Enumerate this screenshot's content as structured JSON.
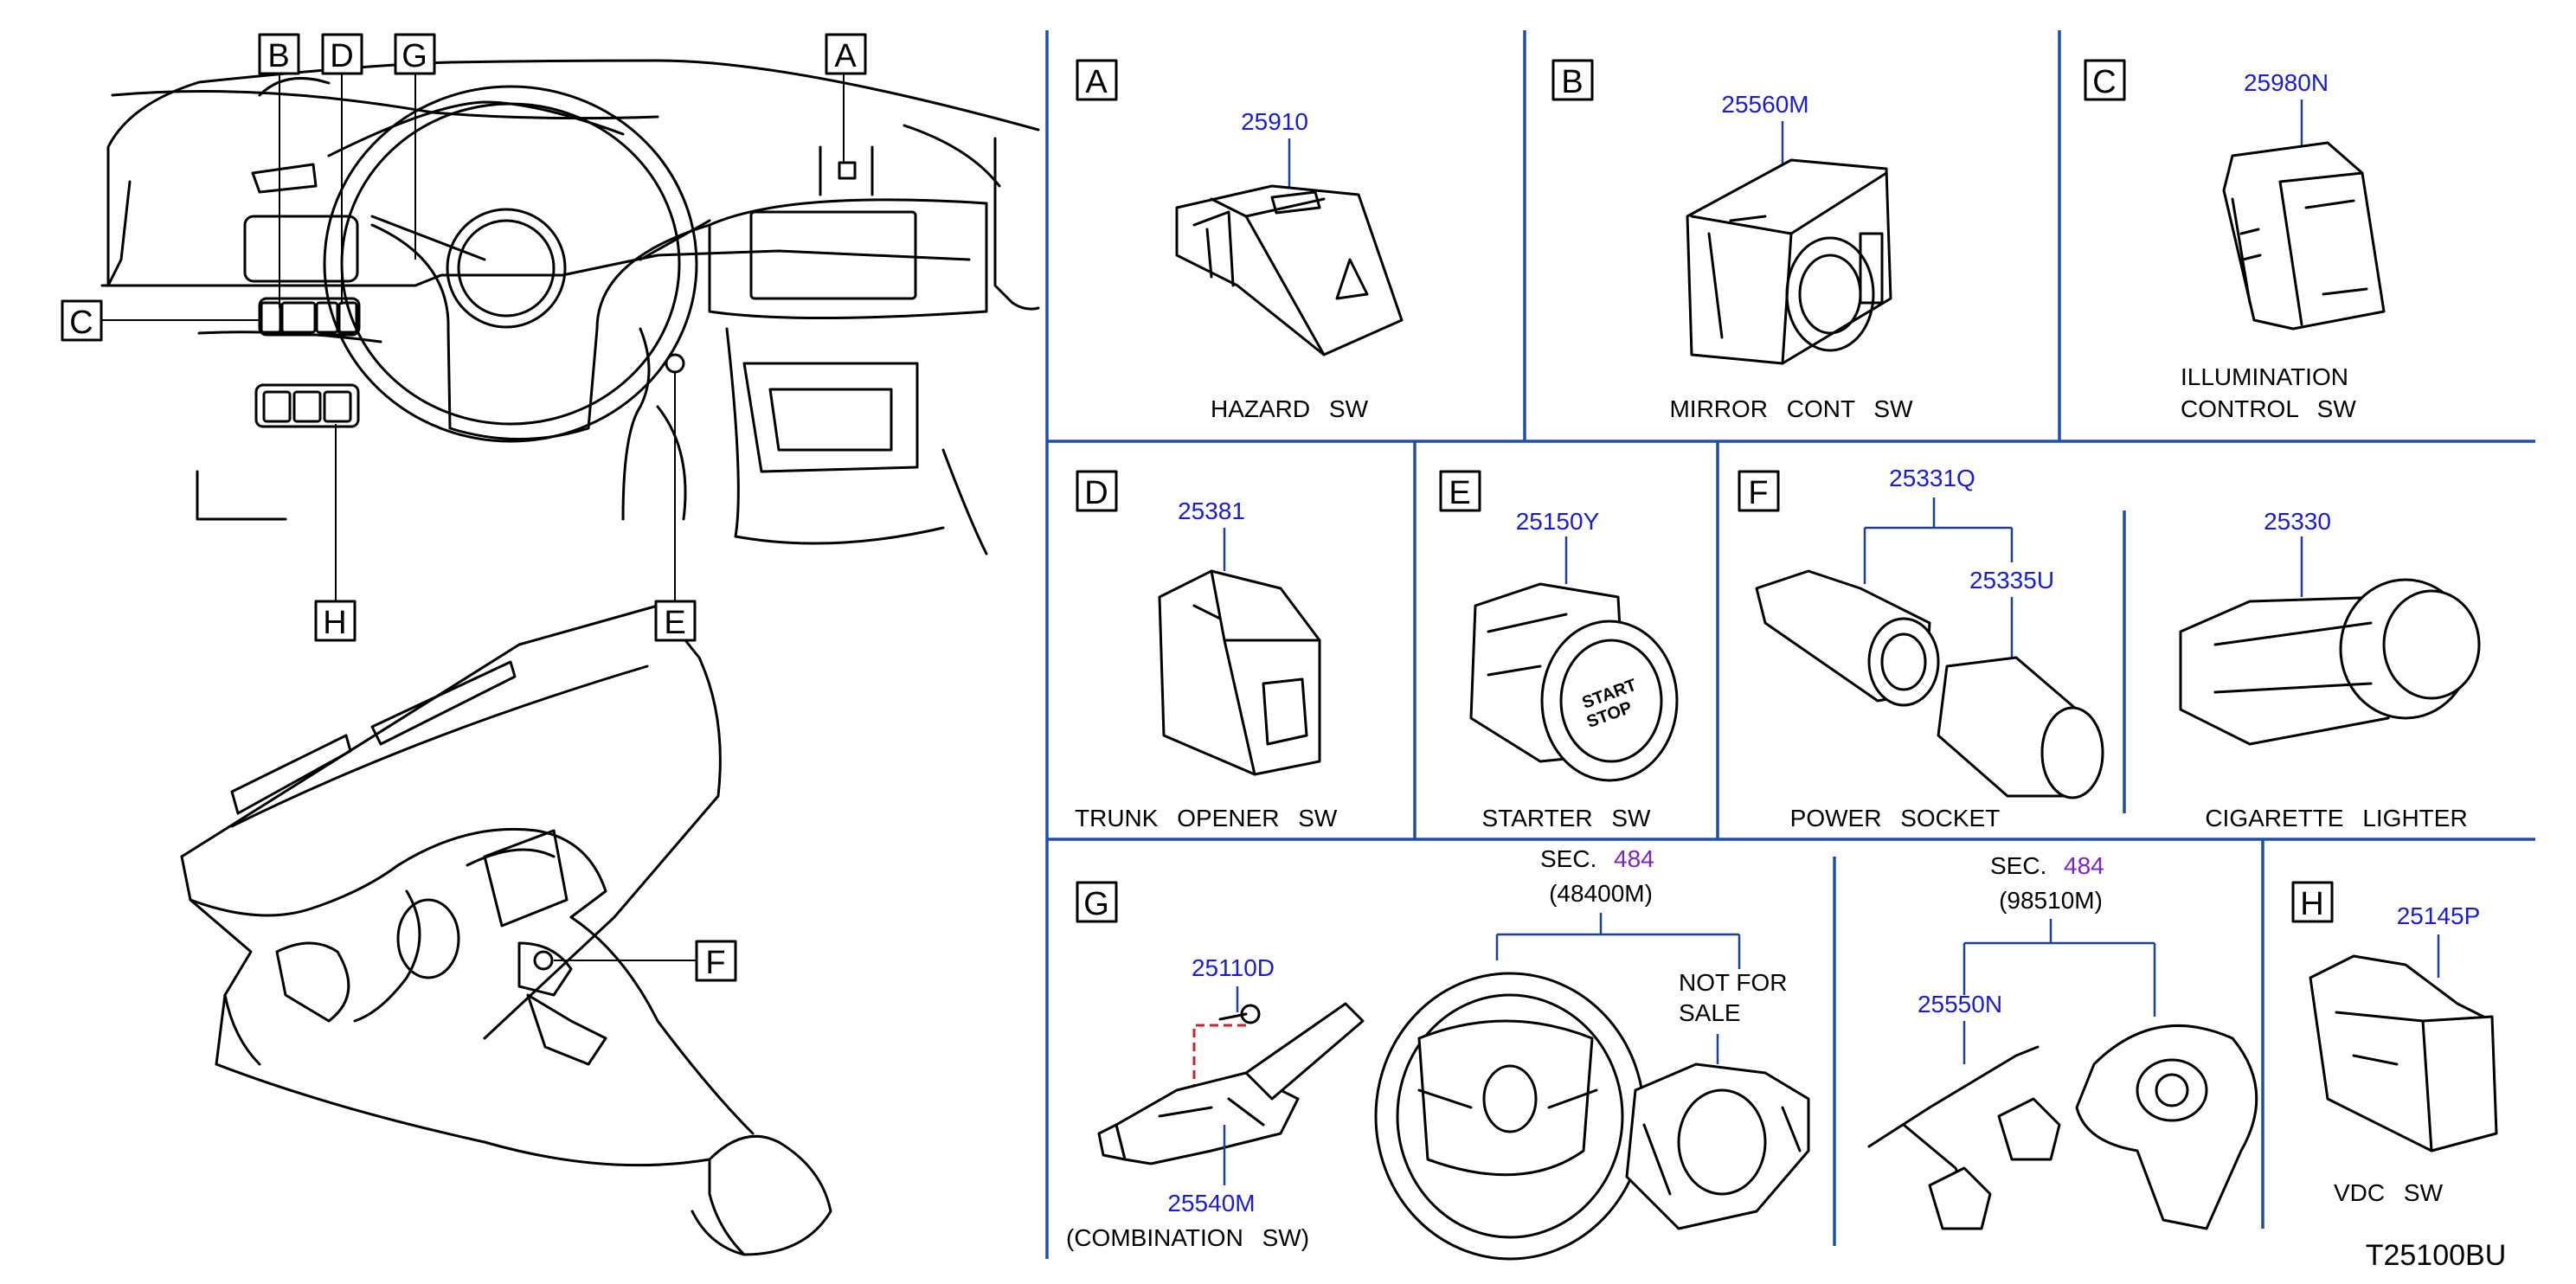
{
  "locator_labels": {
    "A": "A",
    "B": "B",
    "C": "C",
    "D": "D",
    "E": "E",
    "F": "F",
    "G": "G",
    "H": "H"
  },
  "panels": {
    "A": {
      "letter": "A",
      "part": "25910",
      "caption": "HAZARD SW"
    },
    "B": {
      "letter": "B",
      "part": "25560M",
      "caption": "MIRROR CONT SW"
    },
    "C": {
      "letter": "C",
      "part": "25980N",
      "caption_line1": "ILLUMINATION",
      "caption_line2": "CONTROL SW"
    },
    "D": {
      "letter": "D",
      "part": "25381",
      "caption": "TRUNK OPENER SW"
    },
    "E": {
      "letter": "E",
      "part": "25150Y",
      "caption": "STARTER SW",
      "button_text_1": "START",
      "button_text_2": "STOP"
    },
    "F": {
      "letter": "F",
      "part_socket_assy": "25331Q",
      "part_cap": "25335U",
      "caption_socket": "POWER SOCKET",
      "part_lighter": "25330",
      "caption_lighter": "CIGARETTE LIGHTER"
    },
    "G": {
      "letter": "G",
      "part_screw": "25110D",
      "part_switch": "25540M",
      "caption": "(COMBINATION SW)",
      "sec_label": "SEC.",
      "sec_number": "484",
      "sec_code": "(48400M)",
      "not_for_sale_1": "NOT FOR",
      "not_for_sale_2": "SALE",
      "sec2_label": "SEC.",
      "sec2_number": "484",
      "sec2_code": "(98510M)",
      "part_harness": "25550N"
    },
    "H": {
      "letter": "H",
      "part": "25145P",
      "caption": "VDC SW"
    }
  },
  "diagram_code": "T25100BU",
  "colors": {
    "panel_divider": "#1f4ea8",
    "part_number": "#1a1adb",
    "section_number": "#7b22c9",
    "detail_bracket": "#d42020"
  }
}
